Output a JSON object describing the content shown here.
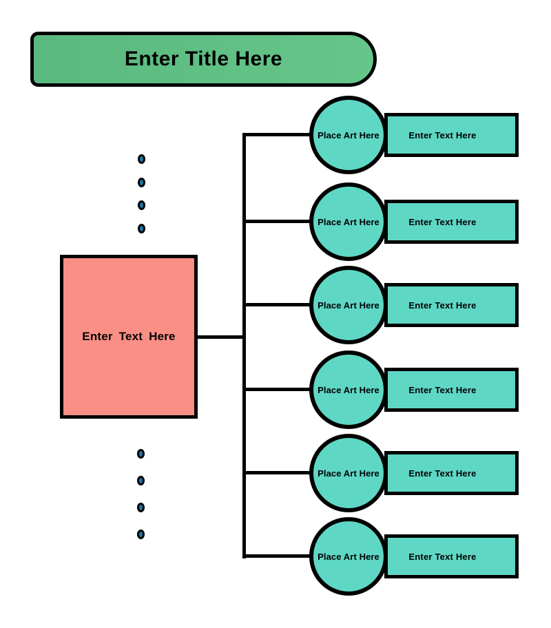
{
  "diagram": {
    "title": "Enter Title Here",
    "center_box": {
      "label": "Enter Text Here"
    },
    "branches": [
      {
        "circle_label": "Place Art Here",
        "bar_label": "Enter Text Here"
      },
      {
        "circle_label": "Place Art Here",
        "bar_label": "Enter Text Here"
      },
      {
        "circle_label": "Place Art Here",
        "bar_label": "Enter Text Here"
      },
      {
        "circle_label": "Place Art Here",
        "bar_label": "Enter Text Here"
      },
      {
        "circle_label": "Place Art Here",
        "bar_label": "Enter Text Here"
      },
      {
        "circle_label": "Place Art Here",
        "bar_label": "Enter Text Here"
      }
    ],
    "ellipsis_dots": {
      "above_count": 4,
      "below_count": 4
    }
  },
  "colors": {
    "title_green_left": "#5ab97e",
    "title_green_right": "#66c68a",
    "teal": "#5fd7c5",
    "salmon": "#fa8f85",
    "dot_blue": "#1b77a8",
    "line_black": "#000000",
    "background": "#ffffff"
  }
}
